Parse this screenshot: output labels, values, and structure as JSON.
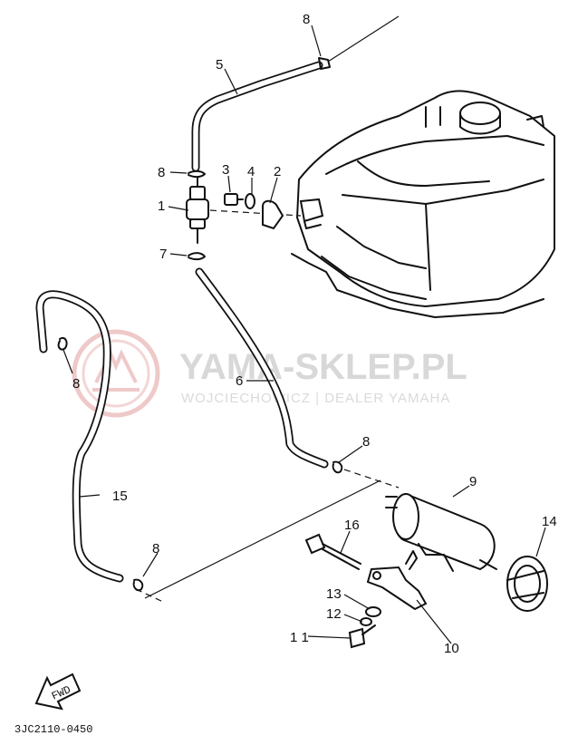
{
  "watermark": {
    "title": "YAMA-SKLEP.PL",
    "subtitle": "WOJCIECHOWICZ | DEALER YAMAHA",
    "logo_color": "#e8b8b8"
  },
  "diagram_code": "3JC2110-0450",
  "fwd_arrow_label": "FWD",
  "part_labels": {
    "p1": "1",
    "p2": "2",
    "p3": "3",
    "p4": "4",
    "p5": "5",
    "p6": "6",
    "p7": "7",
    "p8a": "8",
    "p8b": "8",
    "p8c": "8",
    "p8d": "8",
    "p8e": "8",
    "p9": "9",
    "p10": "10",
    "p11": "1 1",
    "p12": "12",
    "p13": "13",
    "p14": "14",
    "p15": "15",
    "p16": "16"
  },
  "colors": {
    "line": "#111111",
    "background": "#ffffff",
    "watermark_text": "#d8d8d8"
  }
}
